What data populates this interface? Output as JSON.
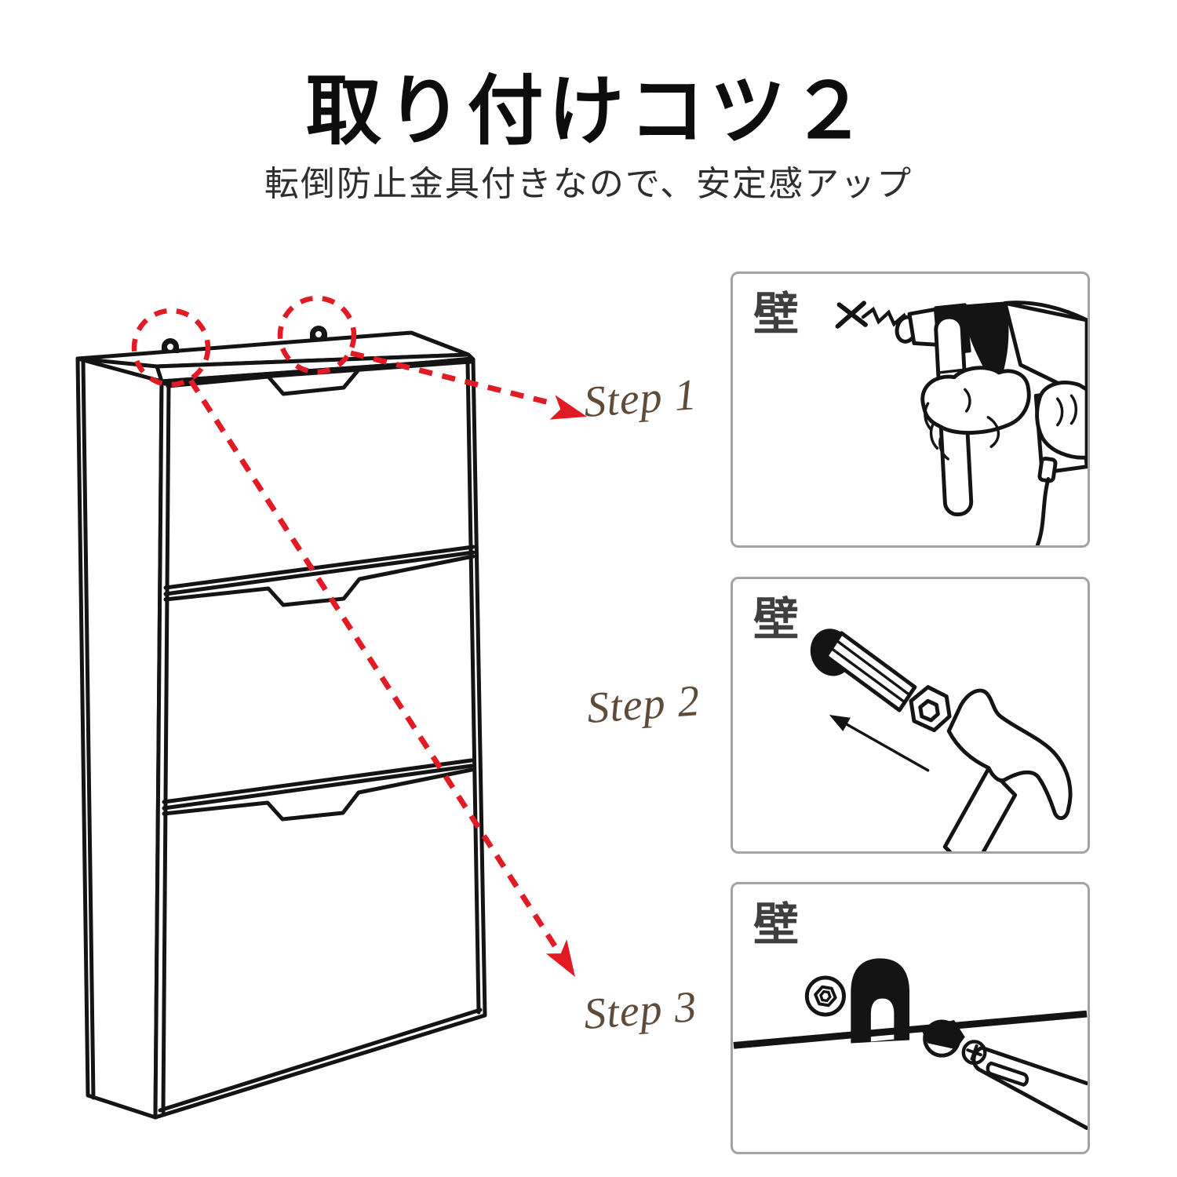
{
  "page": {
    "title": "取り付けコツ２",
    "subtitle": "転倒防止金具付きなので、安定感アップ"
  },
  "colors": {
    "accent_red": "#e11a23",
    "script_brown": "#5e4b39",
    "line_black": "#141414",
    "box_border": "#a3a3a3",
    "wall_label_gray": "#3f3f3f"
  },
  "diagram": {
    "figure": "shoe-cabinet-line-drawing",
    "drawer_count": "3",
    "mount_hook_count": "2"
  },
  "steps": [
    {
      "label": "Step 1",
      "wall_label": "壁",
      "illustration": "electric-drill"
    },
    {
      "label": "Step 2",
      "wall_label": "壁",
      "illustration": "anchor-bolt-and-hammer"
    },
    {
      "label": "Step 3",
      "wall_label": "壁",
      "illustration": "bracket-and-screwdriver"
    }
  ]
}
